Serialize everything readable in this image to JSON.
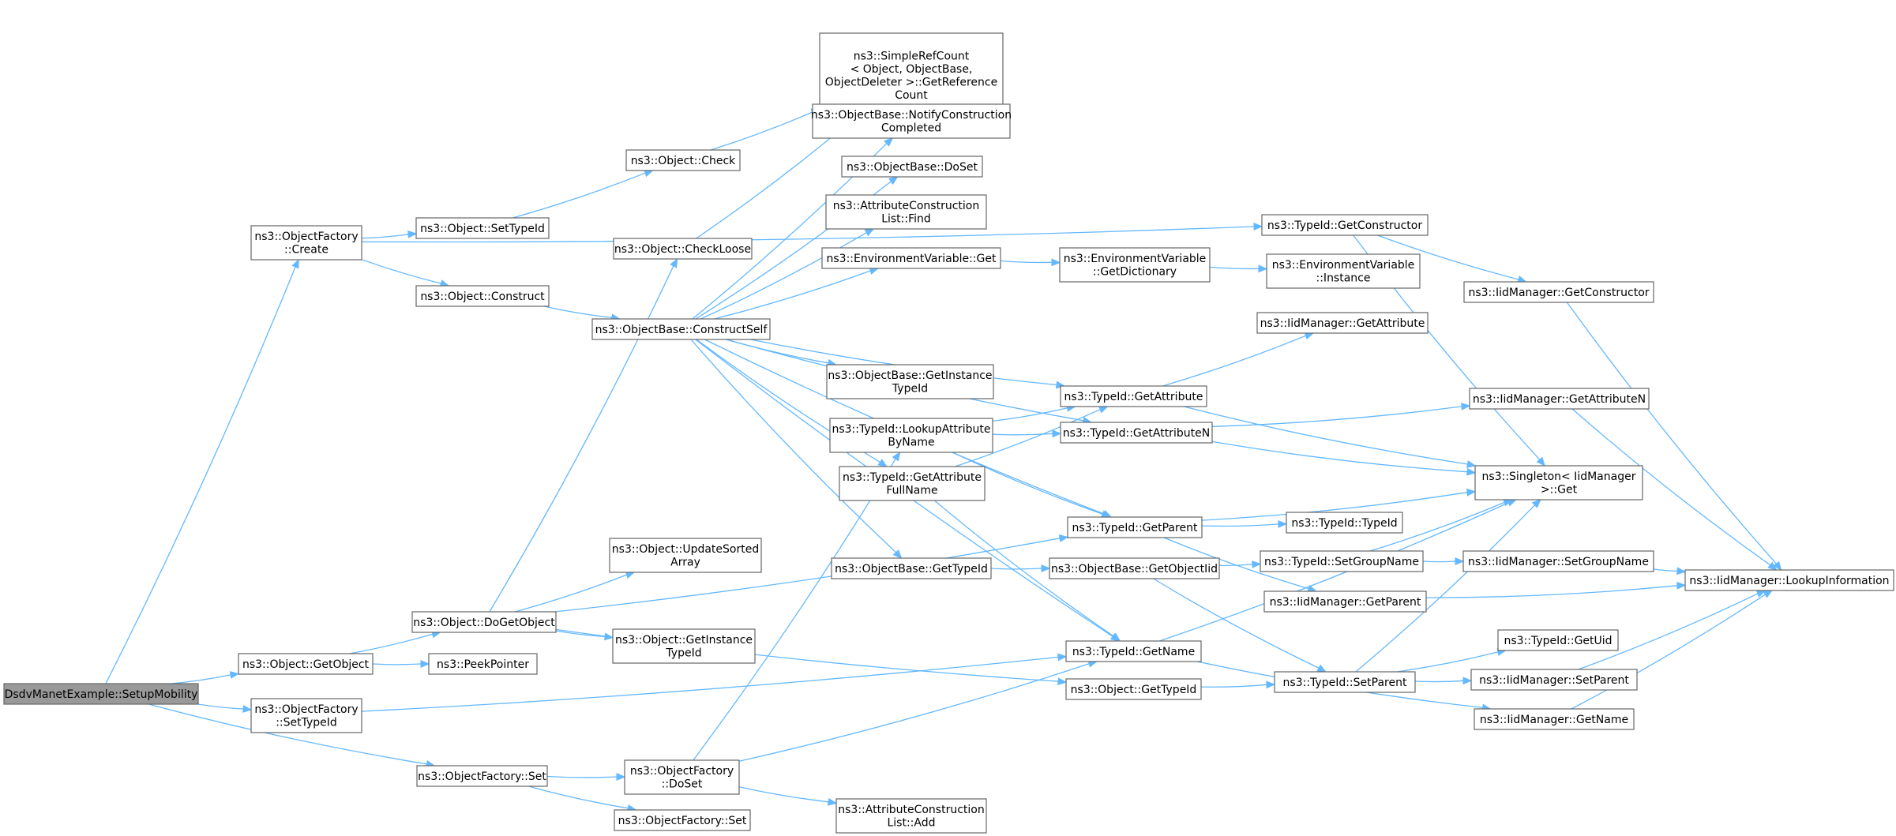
{
  "graph": {
    "nodes": [
      {
        "id": "root",
        "lines": [
          "DsdvManetExample::SetupMobility"
        ],
        "root": true
      },
      {
        "id": "of_create",
        "lines": [
          "ns3::ObjectFactory",
          "::Create"
        ]
      },
      {
        "id": "obj_settypeid",
        "lines": [
          "ns3::Object::SetTypeId"
        ]
      },
      {
        "id": "obj_construct",
        "lines": [
          "ns3::Object::Construct"
        ]
      },
      {
        "id": "obj_check",
        "lines": [
          "ns3::Object::Check"
        ]
      },
      {
        "id": "obj_checkloose",
        "lines": [
          "ns3::Object::CheckLoose"
        ]
      },
      {
        "id": "src_getrefcount",
        "lines": [
          "ns3::SimpleRefCount",
          "< Object, ObjectBase,",
          "ObjectDeleter >::GetReference",
          "Count"
        ]
      },
      {
        "id": "ob_notify",
        "lines": [
          "ns3::ObjectBase::NotifyConstruction",
          "Completed"
        ]
      },
      {
        "id": "ob_doset",
        "lines": [
          "ns3::ObjectBase::DoSet"
        ]
      },
      {
        "id": "acl_find",
        "lines": [
          "ns3::AttributeConstruction",
          "List::Find"
        ]
      },
      {
        "id": "ev_get",
        "lines": [
          "ns3::EnvironmentVariable::Get"
        ]
      },
      {
        "id": "ev_getdict",
        "lines": [
          "ns3::EnvironmentVariable",
          "::GetDictionary"
        ]
      },
      {
        "id": "ev_instance",
        "lines": [
          "ns3::EnvironmentVariable",
          "::Instance"
        ]
      },
      {
        "id": "ob_constructself",
        "lines": [
          "ns3::ObjectBase::ConstructSelf"
        ]
      },
      {
        "id": "ob_getinstancetypeid",
        "lines": [
          "ns3::ObjectBase::GetInstance",
          "TypeId"
        ]
      },
      {
        "id": "tid_getconstructor",
        "lines": [
          "ns3::TypeId::GetConstructor"
        ]
      },
      {
        "id": "iid_getconstructor",
        "lines": [
          "ns3::IidManager::GetConstructor"
        ]
      },
      {
        "id": "iid_getattribute",
        "lines": [
          "ns3::IidManager::GetAttribute"
        ]
      },
      {
        "id": "tid_getattribute",
        "lines": [
          "ns3::TypeId::GetAttribute"
        ]
      },
      {
        "id": "tid_getattributen",
        "lines": [
          "ns3::TypeId::GetAttributeN"
        ]
      },
      {
        "id": "iid_getattributen",
        "lines": [
          "ns3::IidManager::GetAttributeN"
        ]
      },
      {
        "id": "tid_lookupattr",
        "lines": [
          "ns3::TypeId::LookupAttribute",
          "ByName"
        ]
      },
      {
        "id": "tid_getattrfullname",
        "lines": [
          "ns3::TypeId::GetAttribute",
          "FullName"
        ]
      },
      {
        "id": "singleton_get",
        "lines": [
          "ns3::Singleton< IidManager",
          ">::Get"
        ]
      },
      {
        "id": "tid_getparent",
        "lines": [
          "ns3::TypeId::GetParent"
        ]
      },
      {
        "id": "tid_typeid",
        "lines": [
          "ns3::TypeId::TypeId"
        ]
      },
      {
        "id": "obj_updatesorted",
        "lines": [
          "ns3::Object::UpdateSorted",
          "Array"
        ]
      },
      {
        "id": "ob_gettypeid",
        "lines": [
          "ns3::ObjectBase::GetTypeId"
        ]
      },
      {
        "id": "ob_getobjectiid",
        "lines": [
          "ns3::ObjectBase::GetObjectIid"
        ]
      },
      {
        "id": "tid_setgroupname",
        "lines": [
          "ns3::TypeId::SetGroupName"
        ]
      },
      {
        "id": "iid_setgroupname",
        "lines": [
          "ns3::IidManager::SetGroupName"
        ]
      },
      {
        "id": "iid_lookupinfo",
        "lines": [
          "ns3::IidManager::LookupInformation"
        ]
      },
      {
        "id": "iid_getparent",
        "lines": [
          "ns3::IidManager::GetParent"
        ]
      },
      {
        "id": "obj_dogetobject",
        "lines": [
          "ns3::Object::DoGetObject"
        ]
      },
      {
        "id": "obj_getinstancetypeid",
        "lines": [
          "ns3::Object::GetInstance",
          "TypeId"
        ]
      },
      {
        "id": "obj_getobject",
        "lines": [
          "ns3::Object::GetObject"
        ]
      },
      {
        "id": "peekpointer",
        "lines": [
          "ns3::PeekPointer"
        ]
      },
      {
        "id": "tid_getname",
        "lines": [
          "ns3::TypeId::GetName"
        ]
      },
      {
        "id": "tid_getuid",
        "lines": [
          "ns3::TypeId::GetUid"
        ]
      },
      {
        "id": "of_settypeid",
        "lines": [
          "ns3::ObjectFactory",
          "::SetTypeId"
        ]
      },
      {
        "id": "obj_gettypeid",
        "lines": [
          "ns3::Object::GetTypeId"
        ]
      },
      {
        "id": "tid_setparent",
        "lines": [
          "ns3::TypeId::SetParent"
        ]
      },
      {
        "id": "iid_setparent",
        "lines": [
          "ns3::IidManager::SetParent"
        ]
      },
      {
        "id": "iid_getname",
        "lines": [
          "ns3::IidManager::GetName"
        ]
      },
      {
        "id": "of_set",
        "lines": [
          "ns3::ObjectFactory::Set"
        ]
      },
      {
        "id": "of_doset",
        "lines": [
          "ns3::ObjectFactory",
          "::DoSet"
        ]
      },
      {
        "id": "acl_add",
        "lines": [
          "ns3::AttributeConstruction",
          "List::Add"
        ]
      },
      {
        "id": "of_set2",
        "lines": [
          "ns3::ObjectFactory::Set"
        ]
      }
    ],
    "edges": [
      [
        "root",
        "of_create"
      ],
      [
        "root",
        "obj_getobject"
      ],
      [
        "root",
        "of_settypeid"
      ],
      [
        "root",
        "of_set"
      ],
      [
        "of_create",
        "tid_getconstructor"
      ],
      [
        "of_create",
        "obj_settypeid"
      ],
      [
        "of_create",
        "obj_construct"
      ],
      [
        "obj_settypeid",
        "obj_check"
      ],
      [
        "obj_check",
        "src_getrefcount"
      ],
      [
        "obj_construct",
        "ob_constructself"
      ],
      [
        "obj_checkloose",
        "src_getrefcount"
      ],
      [
        "ob_constructself",
        "ob_notify"
      ],
      [
        "ob_constructself",
        "ob_doset"
      ],
      [
        "ob_constructself",
        "acl_find"
      ],
      [
        "ob_constructself",
        "ev_get"
      ],
      [
        "ob_constructself",
        "ob_getinstancetypeid"
      ],
      [
        "ob_constructself",
        "tid_getattribute"
      ],
      [
        "ob_constructself",
        "tid_getattributen"
      ],
      [
        "ob_constructself",
        "tid_getattrfullname"
      ],
      [
        "ob_constructself",
        "tid_getparent"
      ],
      [
        "ob_constructself",
        "ob_gettypeid"
      ],
      [
        "ob_constructself",
        "tid_getname"
      ],
      [
        "ev_get",
        "ev_getdict"
      ],
      [
        "ev_getdict",
        "ev_instance"
      ],
      [
        "tid_getconstructor",
        "iid_getconstructor"
      ],
      [
        "tid_getconstructor",
        "singleton_get"
      ],
      [
        "iid_getconstructor",
        "iid_lookupinfo"
      ],
      [
        "tid_getattribute",
        "iid_getattribute"
      ],
      [
        "tid_getattribute",
        "singleton_get"
      ],
      [
        "tid_getattributen",
        "iid_getattributen"
      ],
      [
        "tid_getattributen",
        "singleton_get"
      ],
      [
        "iid_getattributen",
        "iid_lookupinfo"
      ],
      [
        "tid_lookupattr",
        "tid_getattribute"
      ],
      [
        "tid_lookupattr",
        "tid_getattributen"
      ],
      [
        "tid_lookupattr",
        "tid_getparent"
      ],
      [
        "tid_getattrfullname",
        "tid_getattribute"
      ],
      [
        "tid_getattrfullname",
        "tid_getname"
      ],
      [
        "tid_getparent",
        "singleton_get"
      ],
      [
        "tid_getparent",
        "tid_typeid"
      ],
      [
        "tid_getparent",
        "iid_getparent"
      ],
      [
        "iid_getparent",
        "iid_lookupinfo"
      ],
      [
        "ob_gettypeid",
        "ob_getobjectiid"
      ],
      [
        "ob_getobjectiid",
        "tid_setgroupname"
      ],
      [
        "ob_getobjectiid",
        "tid_setparent"
      ],
      [
        "tid_setgroupname",
        "singleton_get"
      ],
      [
        "tid_setgroupname",
        "iid_setgroupname"
      ],
      [
        "iid_setgroupname",
        "iid_lookupinfo"
      ],
      [
        "obj_getobject",
        "obj_dogetobject"
      ],
      [
        "obj_getobject",
        "peekpointer"
      ],
      [
        "obj_dogetobject",
        "obj_checkloose"
      ],
      [
        "obj_dogetobject",
        "obj_updatesorted"
      ],
      [
        "obj_dogetobject",
        "obj_getinstancetypeid"
      ],
      [
        "obj_dogetobject",
        "tid_getparent"
      ],
      [
        "obj_dogetobject",
        "obj_gettypeid"
      ],
      [
        "of_settypeid",
        "tid_getname"
      ],
      [
        "obj_gettypeid",
        "tid_setparent"
      ],
      [
        "tid_setparent",
        "singleton_get"
      ],
      [
        "tid_setparent",
        "tid_getuid"
      ],
      [
        "tid_setparent",
        "iid_setparent"
      ],
      [
        "iid_setparent",
        "iid_lookupinfo"
      ],
      [
        "tid_getname",
        "singleton_get"
      ],
      [
        "tid_getname",
        "iid_getname"
      ],
      [
        "iid_getname",
        "iid_lookupinfo"
      ],
      [
        "of_set",
        "of_doset"
      ],
      [
        "of_set",
        "of_set2"
      ],
      [
        "of_doset",
        "tid_lookupattr"
      ],
      [
        "of_doset",
        "tid_getname"
      ],
      [
        "of_doset",
        "acl_add"
      ]
    ]
  }
}
